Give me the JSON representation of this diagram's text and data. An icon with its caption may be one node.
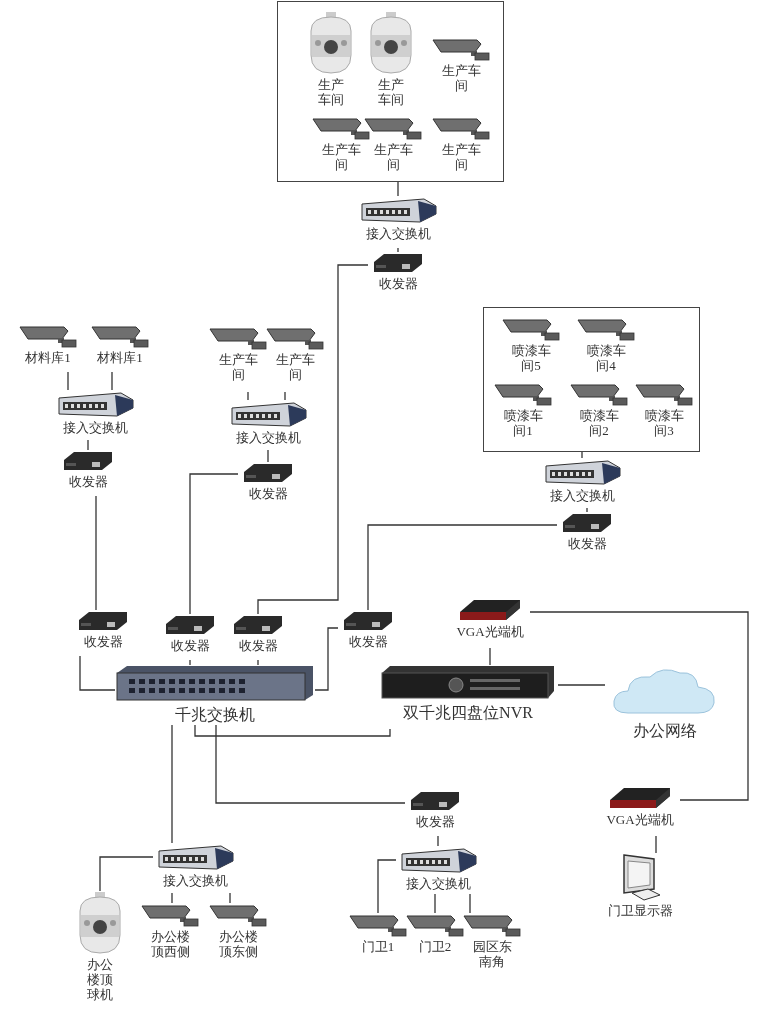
{
  "diagram": {
    "nodes": [
      {
        "text": [],
        "shape": "box"
      },
      {
        "text": [
          "生产车间"
        ],
        "in": 0
      },
      {
        "text": [
          "生产车间"
        ],
        "in": 0
      },
      {
        "text": [
          "生产车间"
        ],
        "in": 0
      },
      {
        "text": [
          "生产车间"
        ],
        "in": 0
      },
      {
        "text": [
          "生产车间"
        ],
        "in": 0
      },
      {
        "text": [
          "生产车间"
        ],
        "in": 0
      },
      {
        "text": [
          "接入交换机"
        ]
      },
      {
        "text": [
          "收发器"
        ]
      },
      {
        "text": [
          "材料库1"
        ]
      },
      {
        "text": [
          "材料库1"
        ]
      },
      {
        "text": [
          "生产车间"
        ]
      },
      {
        "text": [
          "生产车间"
        ]
      },
      {
        "text": [],
        "shape": "box"
      },
      {
        "text": [
          "喷漆车间5"
        ],
        "in": 13
      },
      {
        "text": [
          "喷漆车间4"
        ],
        "in": 13
      },
      {
        "text": [
          "喷漆车间1"
        ],
        "in": 13
      },
      {
        "text": [
          "喷漆车间2"
        ],
        "in": 13
      },
      {
        "text": [
          "喷漆车间3"
        ],
        "in": 13
      },
      {
        "text": [
          "接入交换机"
        ]
      },
      {
        "text": [
          "接入交换机"
        ]
      },
      {
        "text": [
          "收发器"
        ]
      },
      {
        "text": [
          "收发器"
        ]
      },
      {
        "text": [
          "接入交换机"
        ]
      },
      {
        "text": [
          "收发器"
        ]
      },
      {
        "text": [
          "收发器"
        ]
      },
      {
        "text": [
          "收发器"
        ]
      },
      {
        "text": [
          "收发器"
        ]
      },
      {
        "text": [
          "收发器"
        ]
      },
      {
        "text": [
          "VGA光端机"
        ]
      },
      {
        "text": [
          "千兆交换机"
        ]
      },
      {
        "text": [
          "双千兆四盘位NVR"
        ]
      },
      {
        "text": [
          "办公网络"
        ]
      },
      {
        "text": [
          "收发器"
        ]
      },
      {
        "text": [
          "VGA光端机"
        ]
      },
      {
        "text": [
          "接入交换机"
        ]
      },
      {
        "text": [
          "接入交换机"
        ]
      },
      {
        "text": [
          "门卫显示器"
        ]
      },
      {
        "text": [
          "办公楼顶球机"
        ]
      },
      {
        "text": [
          "办公楼顶西侧"
        ]
      },
      {
        "text": [
          "办公楼顶东侧"
        ]
      },
      {
        "text": [
          "门卫1"
        ]
      },
      {
        "text": [
          "门卫2"
        ]
      },
      {
        "text": [
          "园区东南角"
        ]
      }
    ],
    "edges": [
      {
        "from": 0,
        "to": 7,
        "arrow": "none"
      },
      {
        "from": 7,
        "to": 8,
        "arrow": "none"
      },
      {
        "from": 8,
        "to": 27,
        "arrow": "none"
      },
      {
        "from": 9,
        "to": 19,
        "arrow": "none"
      },
      {
        "from": 10,
        "to": 19,
        "arrow": "none"
      },
      {
        "from": 11,
        "to": 20,
        "arrow": "none"
      },
      {
        "from": 12,
        "to": 20,
        "arrow": "none"
      },
      {
        "from": 13,
        "to": 23,
        "arrow": "none"
      },
      {
        "from": 19,
        "to": 21,
        "arrow": "none"
      },
      {
        "from": 20,
        "to": 22,
        "arrow": "none"
      },
      {
        "from": 23,
        "to": 24,
        "arrow": "none"
      },
      {
        "from": 21,
        "to": 25,
        "arrow": "none"
      },
      {
        "from": 22,
        "to": 26,
        "arrow": "none"
      },
      {
        "from": 24,
        "to": 28,
        "arrow": "none"
      },
      {
        "from": 25,
        "to": 30,
        "arrow": "none"
      },
      {
        "from": 26,
        "to": 30,
        "arrow": "none"
      },
      {
        "from": 27,
        "to": 30,
        "arrow": "none"
      },
      {
        "from": 28,
        "to": 30,
        "arrow": "none"
      },
      {
        "from": 30,
        "to": 31,
        "arrow": "none"
      },
      {
        "from": 30,
        "to": 35,
        "arrow": "none"
      },
      {
        "from": 30,
        "to": 33,
        "arrow": "none"
      },
      {
        "from": 29,
        "to": 31,
        "arrow": "none"
      },
      {
        "from": 31,
        "to": 32,
        "arrow": "none"
      },
      {
        "from": 29,
        "to": 34,
        "arrow": "none"
      },
      {
        "from": 34,
        "to": 37,
        "arrow": "none"
      },
      {
        "from": 33,
        "to": 36,
        "arrow": "none"
      },
      {
        "from": 35,
        "to": 38,
        "arrow": "none"
      },
      {
        "from": 35,
        "to": 39,
        "arrow": "none"
      },
      {
        "from": 35,
        "to": 40,
        "arrow": "none"
      },
      {
        "from": 36,
        "to": 41,
        "arrow": "none"
      },
      {
        "from": 36,
        "to": 42,
        "arrow": "none"
      },
      {
        "from": 36,
        "to": 43,
        "arrow": "none"
      }
    ]
  }
}
